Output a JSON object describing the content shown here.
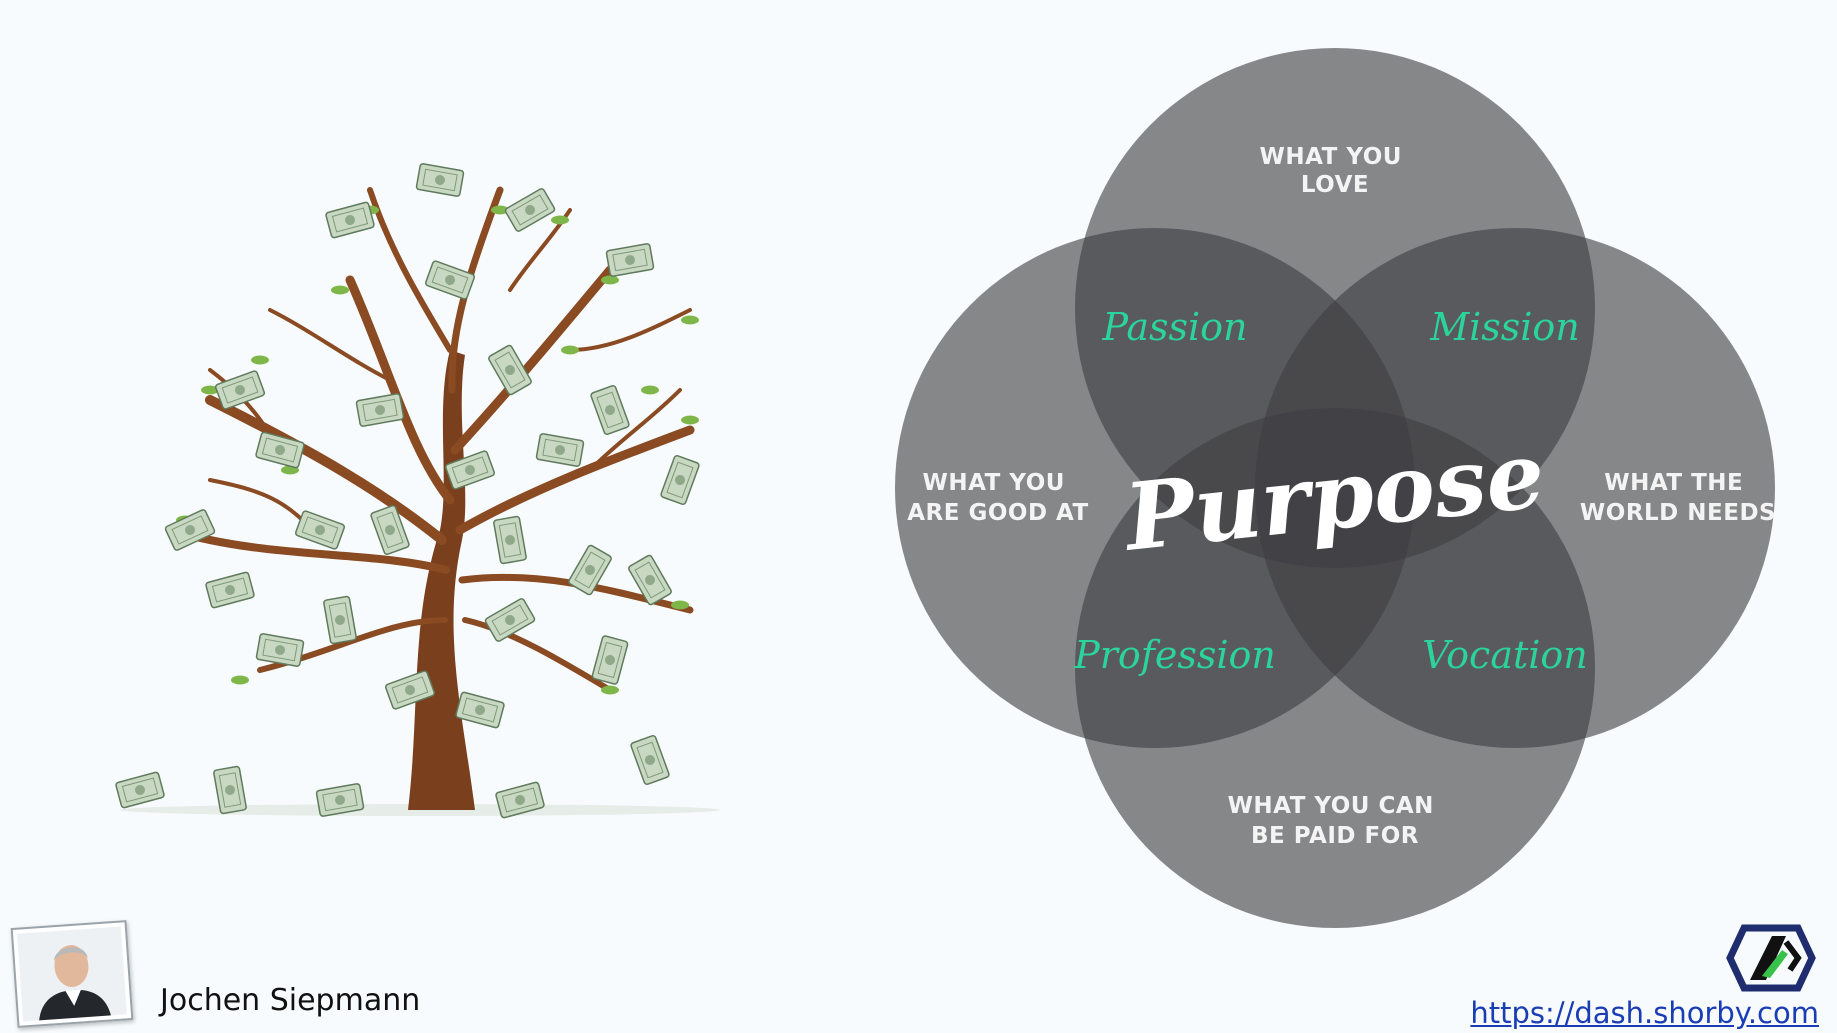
{
  "venn": {
    "top_label": [
      "WHAT YOU",
      "LOVE"
    ],
    "left_label": [
      "WHAT YOU",
      "ARE GOOD AT"
    ],
    "right_label": [
      "WHAT THE",
      "WORLD NEEDS"
    ],
    "bottom_label": [
      "WHAT YOU CAN",
      "BE PAID FOR"
    ],
    "passion": "Passion",
    "mission": "Mission",
    "profession": "Profession",
    "vocation": "Vocation",
    "center": "Purpose"
  },
  "footer": {
    "presenter_name": "Jochen Siepmann",
    "site_url": "https://dash.shorby.com"
  },
  "colors": {
    "circle_fill": "#3f3f42",
    "accent_green": "#2bd49a",
    "link_blue": "#1a3cb4"
  },
  "icons": {
    "illustration": "money-tree-icon",
    "photo": "presenter-photo",
    "logo": "brand-logo-icon"
  }
}
